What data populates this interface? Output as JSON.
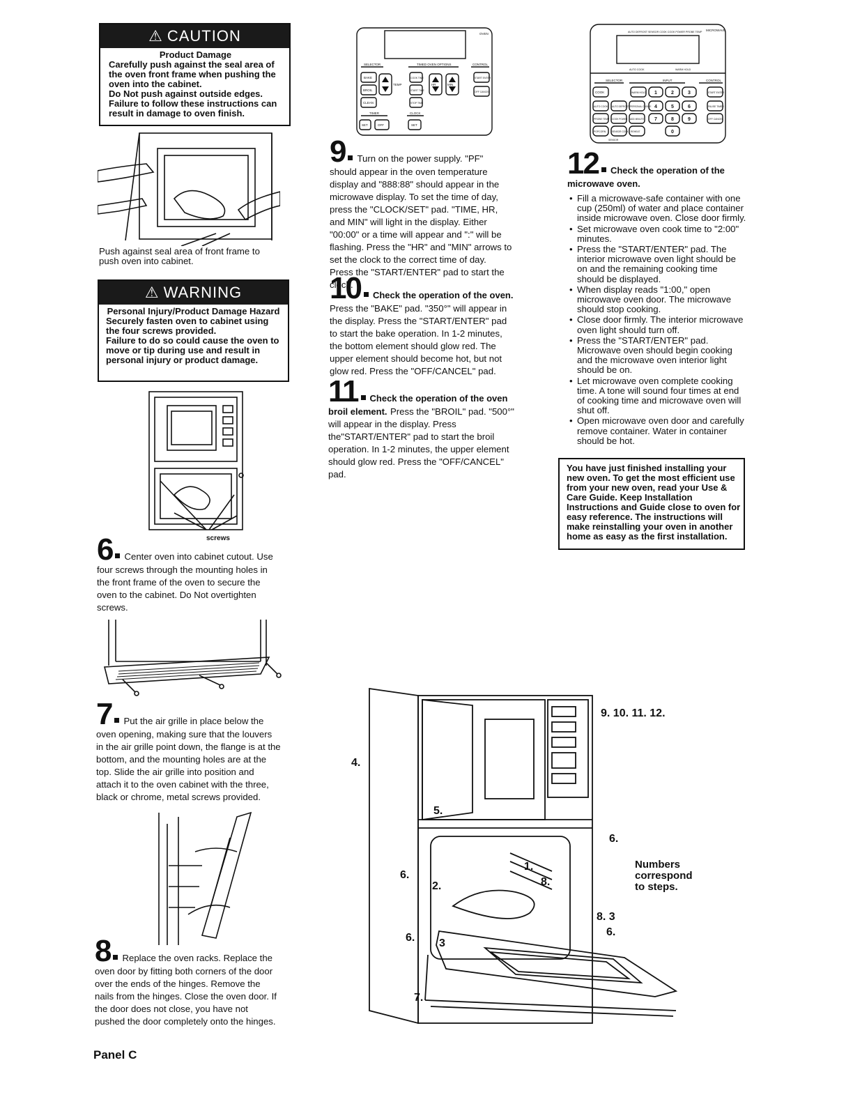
{
  "caution": {
    "header": "CAUTION",
    "subhead": "Product Damage",
    "l1": "Carefully push against the seal area of the oven front frame when pushing the oven into the cabinet.",
    "l2": "Do Not push against outside edges.",
    "l3": "Failure to follow these instructions can result in damage to oven finish."
  },
  "fig_push_caption": "Push against seal area of front frame to push oven into cabinet.",
  "warning": {
    "header": "WARNING",
    "subhead": "Personal Injury/Product Damage Hazard",
    "l1": "Securely fasten oven to cabinet using the four screws provided.",
    "l2": "Failure to do so could cause the oven to move or tip during use and result in personal injury or product damage."
  },
  "screws_label": "screws",
  "step6": {
    "num": "6",
    "text": "Center oven into cabinet cutout. Use four screws through the mounting holes in the front frame of the oven to secure the oven to the cabinet. Do Not overtighten screws."
  },
  "step7": {
    "num": "7",
    "text": "Put the air grille in place below the oven opening, making sure that the louvers in the air grille point down, the flange is at the bottom, and the mounting holes are at the top. Slide the air grille into position and attach it to the oven cabinet with the three, black or chrome, metal screws provided."
  },
  "step8": {
    "num": "8",
    "text": "Replace the oven racks. Replace the oven door by fitting both corners of the door over the ends of the hinges. Remove the nails from the hinges. Close the oven door. If the door does not close, you have not pushed the door completely onto the hinges."
  },
  "panel_label": "Panel C",
  "oven_panel": {
    "oven": "OVEN",
    "selector": "SELECTOR",
    "timed": "TIMED OVEN OPTIONS",
    "control": "CONTROL",
    "bake": "BAKE",
    "broil": "BROIL",
    "clean": "CLEAN",
    "temp": "TEMP",
    "cook_time": "COOK TIME",
    "start_time": "START TIME",
    "stop_time": "STOP TIME",
    "hr": "HR",
    "min": "MIN",
    "start_enter": "START ENTER",
    "off_cancel": "OFF CANCEL",
    "timer": "TIMER",
    "clock": "CLOCK",
    "set": "SET",
    "off": "OFF",
    "clock_set": "SET"
  },
  "step9": {
    "num": "9",
    "text": "Turn on the power supply. \"PF\" should appear in the oven temperature display and \"888:88\" should appear in the microwave display. To set the time of day, press the \"CLOCK/SET\" pad. \"TIME, HR, and MIN\" will light in the display. Either \"00:00\" or a time will appear and \":\" will be flashing. Press the \"HR\" and \"MIN\" arrows to set the clock to the correct time of day. Press the \"START/ENTER\" pad to start the clock."
  },
  "step10": {
    "num": "10",
    "lead": "Check the operation of the oven.",
    "text": "Press the \"BAKE\" pad. \"350°\" will appear in the display. Press the \"START/ENTER\" pad to start the bake operation. In 1-2 minutes, the bottom element should glow red. The upper element should become hot, but not glow red. Press the \"OFF/CANCEL\" pad."
  },
  "step11": {
    "num": "11",
    "lead": "Check the operation of the oven broil element.",
    "text": "Press the \"BROIL\" pad. \"500°\" will appear in the display. Press the\"START/ENTER\" pad to start the broil operation. In 1-2 minutes, the upper element should glow red. Press the \"OFF/CANCEL\" pad."
  },
  "mw_panel": {
    "microwave": "MICROWAVE",
    "top_labels": "AUTO DEFROST  SENSOR COOK  COOK POWER  PROBE TEMP",
    "auto_cook": "AUTO COOK",
    "warm_hold": "WARM HOLD",
    "selector": "SELECTOR",
    "input": "INPUT",
    "control": "CONTROL",
    "cook": "COOK",
    "warm": "WARM HOLD",
    "auto_cook2": "AUTO COOK",
    "auto_defrost": "AUTO DEFROST",
    "personal": "PERSONAL CHOICE",
    "probe": "PROBE TEMP",
    "cook_power": "COOK POWER",
    "add_minute": "ADD MINUTE",
    "popcorn": "POPCORN",
    "sensor_cook": "SENSOR COOK",
    "reheat": "REHEAT",
    "start_enter": "START ENTER",
    "pause_timer": "PAUSE TIMER",
    "off_cancel": "OFF CANCEL",
    "k1": "1",
    "k2": "2",
    "k3": "3",
    "k4": "4",
    "k5": "5",
    "k6": "6",
    "k7": "7",
    "k8": "8",
    "k9": "9",
    "k0": "0",
    "sensor": "SENSOR"
  },
  "step12": {
    "num": "12",
    "lead": "Check the operation of the microwave oven.",
    "bullets": [
      "Fill a microwave-safe container with one cup (250ml) of water and place container inside microwave oven. Close door firmly.",
      "Set microwave oven cook time to \"2:00\" minutes.",
      "Press the \"START/ENTER\" pad. The interior microwave oven light should be on and the remaining cooking time should be displayed.",
      "When display reads \"1:00,\" open microwave oven door. The microwave should stop cooking.",
      "Close door firmly. The interior microwave oven light should turn off.",
      "Press the \"START/ENTER\" pad. Microwave oven should begin cooking and the microwave oven interior light should be on.",
      "Let microwave oven complete cooking time. A tone will sound four times at end of cooking time and microwave oven will shut off.",
      "Open microwave oven door and carefully remove container. Water in container should be hot."
    ]
  },
  "finish_box": {
    "l1": "You have just finished installing your new oven. To get the most efficient use from your new oven, read your Use & Care Guide. Keep Installation Instructions and Guide close to oven for easy reference. The instructions will make reinstalling your oven in another home as easy as the first installation."
  },
  "big_fig": {
    "l_9_12": "9. 10. 11. 12.",
    "l4": "4.",
    "l5": "5.",
    "l6a": "6.",
    "l6b": "6.",
    "l6c": "6.",
    "l6d": "6.",
    "l1": "1.",
    "l2": "2.",
    "l8a": "8.",
    "l83": "8. 3",
    "l3": "3",
    "l7": "7.",
    "note": "Numbers correspond to steps."
  }
}
